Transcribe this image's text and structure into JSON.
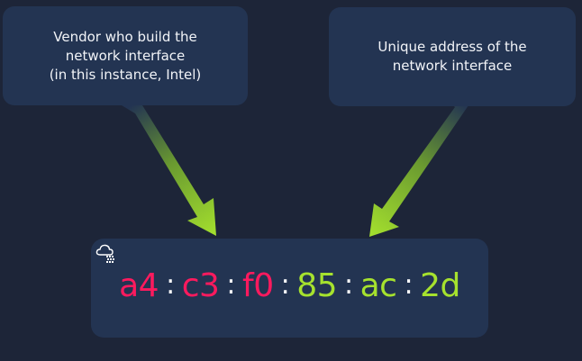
{
  "callouts": {
    "vendor": {
      "lines": [
        "Vendor who build the",
        "network interface",
        "(in this instance, Intel)"
      ]
    },
    "unique": {
      "lines": [
        "Unique address of the",
        "network interface"
      ]
    }
  },
  "mac_address": {
    "separator": ":",
    "octets": [
      {
        "value": "a4",
        "role": "vendor"
      },
      {
        "value": "c3",
        "role": "vendor"
      },
      {
        "value": "f0",
        "role": "vendor"
      },
      {
        "value": "85",
        "role": "unique"
      },
      {
        "value": "ac",
        "role": "unique"
      },
      {
        "value": "2d",
        "role": "unique"
      }
    ]
  },
  "colors": {
    "background": "#1d2538",
    "panel": "#233452",
    "vendor_octets": "#ff1a5e",
    "unique_octets": "#a6e22e",
    "arrow": "#a6e22e",
    "text": "#f2f4f8"
  },
  "icons": {
    "badge": "cloud-grid-icon"
  }
}
